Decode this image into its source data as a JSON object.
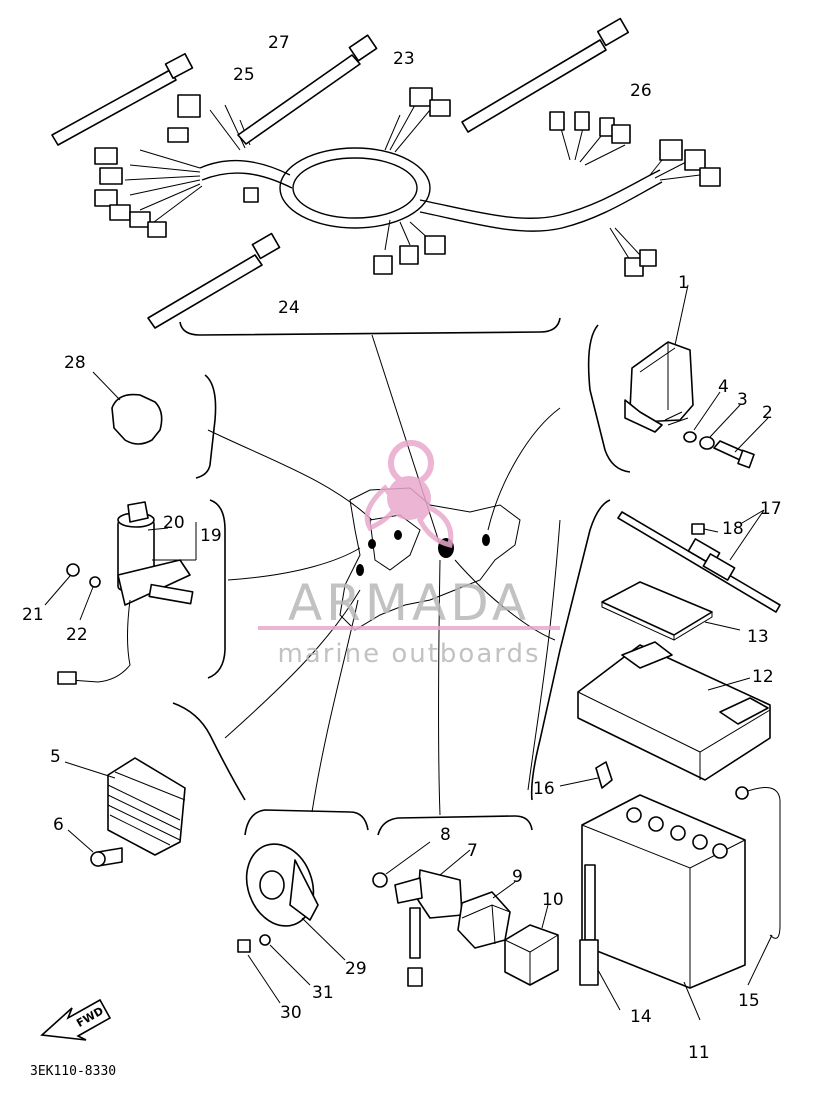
{
  "callouts": {
    "n1": "1",
    "n2": "2",
    "n3": "3",
    "n4": "4",
    "n5": "5",
    "n6": "6",
    "n7": "7",
    "n8": "8",
    "n9": "9",
    "n10": "10",
    "n11": "11",
    "n12": "12",
    "n13": "13",
    "n14": "14",
    "n15": "15",
    "n16": "16",
    "n17": "17",
    "n18": "18",
    "n19": "19",
    "n20": "20",
    "n21": "21",
    "n22": "22",
    "n23": "23",
    "n24": "24",
    "n25": "25",
    "n26": "26",
    "n27": "27",
    "n28": "28",
    "n29": "29",
    "n30": "30",
    "n31": "31"
  },
  "watermark": {
    "title": "ARMADA",
    "subtitle": "marine outboards",
    "color": "#e8a9cc"
  },
  "direction_label": "FWD",
  "diagram_code": "3EK110-8330"
}
